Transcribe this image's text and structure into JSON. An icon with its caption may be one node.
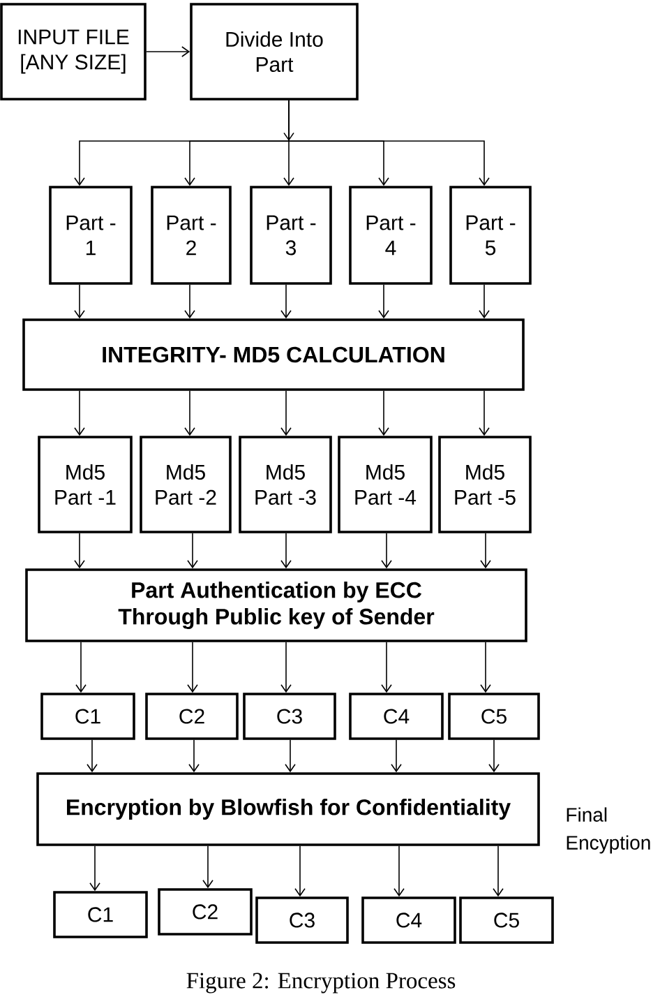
{
  "diagram": {
    "caption": "Figure 2: Encryption Process",
    "nodes": [
      {
        "text": [
          "INPUT FILE [ANY SIZE]"
        ]
      },
      {
        "text": [
          "Divide Into Part"
        ]
      },
      {
        "text": [
          "Part - 1"
        ]
      },
      {
        "text": [
          "Part - 2"
        ]
      },
      {
        "text": [
          "Part - 3"
        ]
      },
      {
        "text": [
          "Part - 4"
        ]
      },
      {
        "text": [
          "Part - 5"
        ]
      },
      {
        "text": [
          "INTEGRITY- MD5 CALCULATION"
        ]
      },
      {
        "text": [
          "Md5 Part -1"
        ]
      },
      {
        "text": [
          "Md5 Part -2"
        ]
      },
      {
        "text": [
          "Md5 Part -3"
        ]
      },
      {
        "text": [
          "Md5 Part -4"
        ]
      },
      {
        "text": [
          "Md5 Part -5"
        ]
      },
      {
        "text": [
          "Part Authentication by ECC Through Public key of Sender"
        ]
      },
      {
        "text": [
          "C1"
        ]
      },
      {
        "text": [
          "C2"
        ]
      },
      {
        "text": [
          "C3"
        ]
      },
      {
        "text": [
          "C4"
        ]
      },
      {
        "text": [
          "C5"
        ]
      },
      {
        "text": [
          "Encryption by Blowfish for Confidentiality"
        ],
        "beside": [
          "Final Encyption"
        ]
      },
      {
        "text": [
          "C1"
        ]
      },
      {
        "text": [
          "C2"
        ]
      },
      {
        "text": [
          "C3"
        ]
      },
      {
        "text": [
          "C4"
        ]
      },
      {
        "text": [
          "C5"
        ]
      }
    ],
    "edges": [
      {
        "from": 0,
        "to": 1,
        "arrow": "to"
      },
      {
        "from": 1,
        "to": 2,
        "arrow": "to"
      },
      {
        "from": 1,
        "to": 3,
        "arrow": "to"
      },
      {
        "from": 1,
        "to": 4,
        "arrow": "to"
      },
      {
        "from": 1,
        "to": 5,
        "arrow": "to"
      },
      {
        "from": 1,
        "to": 6,
        "arrow": "to"
      },
      {
        "from": 2,
        "to": 7,
        "arrow": "to"
      },
      {
        "from": 3,
        "to": 7,
        "arrow": "to"
      },
      {
        "from": 4,
        "to": 7,
        "arrow": "to"
      },
      {
        "from": 5,
        "to": 7,
        "arrow": "to"
      },
      {
        "from": 6,
        "to": 7,
        "arrow": "to"
      },
      {
        "from": 7,
        "to": 8,
        "arrow": "to"
      },
      {
        "from": 7,
        "to": 9,
        "arrow": "to"
      },
      {
        "from": 7,
        "to": 10,
        "arrow": "to"
      },
      {
        "from": 7,
        "to": 11,
        "arrow": "to"
      },
      {
        "from": 7,
        "to": 12,
        "arrow": "to"
      },
      {
        "from": 8,
        "to": 13,
        "arrow": "to"
      },
      {
        "from": 9,
        "to": 13,
        "arrow": "to"
      },
      {
        "from": 10,
        "to": 13,
        "arrow": "to"
      },
      {
        "from": 11,
        "to": 13,
        "arrow": "to"
      },
      {
        "from": 12,
        "to": 13,
        "arrow": "to"
      },
      {
        "from": 13,
        "to": 14,
        "arrow": "to"
      },
      {
        "from": 13,
        "to": 15,
        "arrow": "to"
      },
      {
        "from": 13,
        "to": 16,
        "arrow": "to"
      },
      {
        "from": 13,
        "to": 17,
        "arrow": "to"
      },
      {
        "from": 13,
        "to": 18,
        "arrow": "to"
      },
      {
        "from": 14,
        "to": 19,
        "arrow": "to"
      },
      {
        "from": 15,
        "to": 19,
        "arrow": "to"
      },
      {
        "from": 16,
        "to": 19,
        "arrow": "to"
      },
      {
        "from": 17,
        "to": 19,
        "arrow": "to"
      },
      {
        "from": 18,
        "to": 19,
        "arrow": "to"
      },
      {
        "from": 19,
        "to": 20,
        "arrow": "to"
      },
      {
        "from": 19,
        "to": 21,
        "arrow": "to"
      },
      {
        "from": 19,
        "to": 22,
        "arrow": "to"
      },
      {
        "from": 19,
        "to": 23,
        "arrow": "to"
      },
      {
        "from": 19,
        "to": 24,
        "arrow": "to"
      }
    ]
  }
}
